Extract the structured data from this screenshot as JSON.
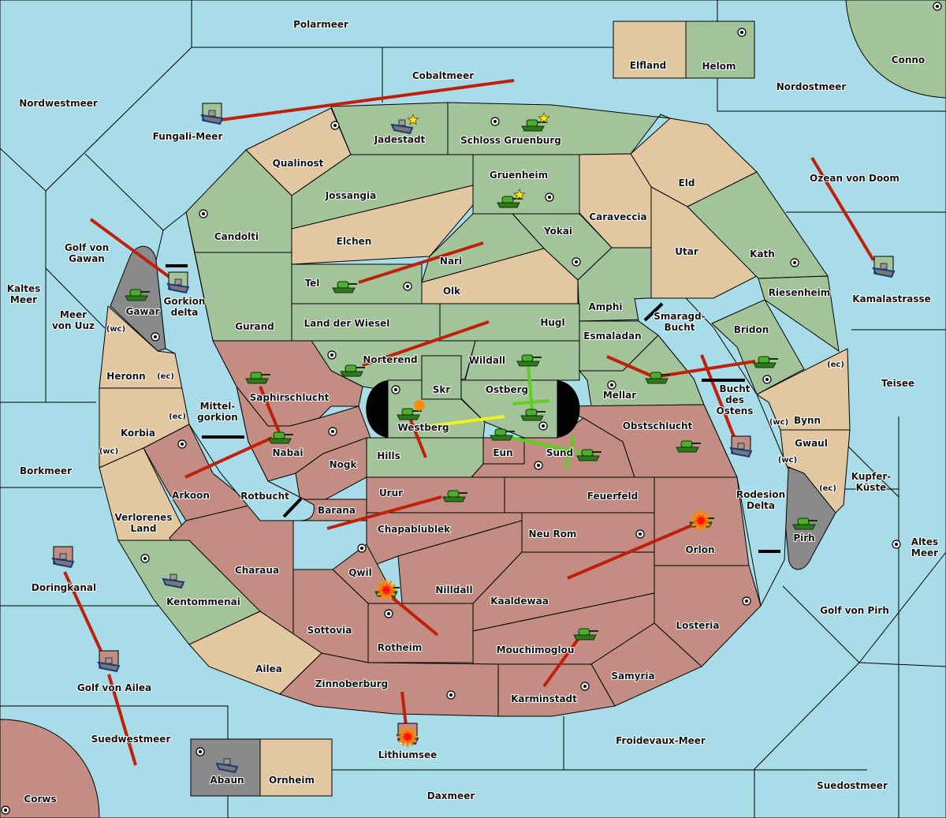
{
  "map": {
    "colors": {
      "sea": "#a8dce8",
      "player_green": "#a3c49a",
      "neutral_tan": "#e2c7a0",
      "player_red": "#c38d84",
      "impassable_gray": "#8a8a8a",
      "move_order": "#c0200a",
      "support_order": "#f0f020",
      "hold_order": "#5ecf20"
    },
    "seas": [
      {
        "id": "polarmeer",
        "label": "Polarmeer"
      },
      {
        "id": "cobaltmeer",
        "label": "Cobaltmeer"
      },
      {
        "id": "nordwestmeer",
        "label": "Nordwestmeer"
      },
      {
        "id": "fungali-meer",
        "label": "Fungali-Meer"
      },
      {
        "id": "nordostmeer",
        "label": "Nordostmeer"
      },
      {
        "id": "ozean-von-doom",
        "label": "Ozean von Doom"
      },
      {
        "id": "kamalastrasse",
        "label": "Kamalastrasse"
      },
      {
        "id": "golf-von-gawan",
        "label": "Golf von Gawan"
      },
      {
        "id": "kaltes-meer",
        "label": "Kaltes Meer"
      },
      {
        "id": "meer-von-uuz",
        "label": "Meer von Uuz"
      },
      {
        "id": "gorkion-delta",
        "label": "Gorkion delta"
      },
      {
        "id": "mittelgorkion",
        "label": "Mittel-gorkion"
      },
      {
        "id": "borkmeer",
        "label": "Borkmeer"
      },
      {
        "id": "rotbucht",
        "label": "Rotbucht"
      },
      {
        "id": "smaragd-bucht",
        "label": "Smaragd-Bucht"
      },
      {
        "id": "bucht-des-ostens",
        "label": "Bucht des Ostens"
      },
      {
        "id": "teisee",
        "label": "Teisee"
      },
      {
        "id": "kupfer-kueste",
        "label": "Kupfer-Küste"
      },
      {
        "id": "rodesion-delta",
        "label": "Rodesion Delta"
      },
      {
        "id": "altes-meer",
        "label": "Altes Meer"
      },
      {
        "id": "golf-von-pirh",
        "label": "Golf von Pirh"
      },
      {
        "id": "doringkanal",
        "label": "Doringkanal"
      },
      {
        "id": "golf-von-ailea",
        "label": "Golf von Ailea"
      },
      {
        "id": "suedwestmeer",
        "label": "Suedwestmeer"
      },
      {
        "id": "lithiumsee",
        "label": "Lithiumsee"
      },
      {
        "id": "froidevaux-meer",
        "label": "Froidevaux-Meer"
      },
      {
        "id": "daxmeer",
        "label": "Daxmeer"
      },
      {
        "id": "suedostmeer",
        "label": "Suedostmeer"
      }
    ],
    "territories": [
      {
        "id": "elfland",
        "label": "Elfland",
        "owner": "neutral"
      },
      {
        "id": "helom",
        "label": "Helom",
        "owner": "green"
      },
      {
        "id": "conno",
        "label": "Conno",
        "owner": "green"
      },
      {
        "id": "jadestadt",
        "label": "Jadestadt",
        "owner": "green"
      },
      {
        "id": "schloss-gruenburg",
        "label": "Schloss Gruenburg",
        "owner": "green"
      },
      {
        "id": "qualinost",
        "label": "Qualinost",
        "owner": "neutral"
      },
      {
        "id": "jossangia",
        "label": "Jossangia",
        "owner": "green"
      },
      {
        "id": "gruenheim",
        "label": "Gruenheim",
        "owner": "green"
      },
      {
        "id": "eld",
        "label": "Eld",
        "owner": "neutral"
      },
      {
        "id": "candolti",
        "label": "Candolti",
        "owner": "green"
      },
      {
        "id": "elchen",
        "label": "Elchen",
        "owner": "neutral"
      },
      {
        "id": "caraveccia",
        "label": "Caraveccia",
        "owner": "neutral"
      },
      {
        "id": "yokai",
        "label": "Yokai",
        "owner": "green"
      },
      {
        "id": "nari",
        "label": "Nari",
        "owner": "green"
      },
      {
        "id": "utar",
        "label": "Utar",
        "owner": "neutral"
      },
      {
        "id": "kath",
        "label": "Kath",
        "owner": "green"
      },
      {
        "id": "tel",
        "label": "Tel",
        "owner": "green"
      },
      {
        "id": "olk",
        "label": "Olk",
        "owner": "neutral"
      },
      {
        "id": "amphi",
        "label": "Amphi",
        "owner": "green"
      },
      {
        "id": "riesenheim",
        "label": "Riesenheim",
        "owner": "green"
      },
      {
        "id": "gawar",
        "label": "Gawar",
        "owner": "gray"
      },
      {
        "id": "gurand",
        "label": "Gurand",
        "owner": "green"
      },
      {
        "id": "land-der-wiesel",
        "label": "Land der Wiesel",
        "owner": "green"
      },
      {
        "id": "hugl",
        "label": "Hugl",
        "owner": "green"
      },
      {
        "id": "esmaladan",
        "label": "Esmaladan",
        "owner": "green"
      },
      {
        "id": "bridon",
        "label": "Bridon",
        "owner": "green"
      },
      {
        "id": "heronn",
        "label": "Heronn",
        "owner": "neutral"
      },
      {
        "id": "norterend",
        "label": "Norterend",
        "owner": "green"
      },
      {
        "id": "wildall",
        "label": "Wildall",
        "owner": "green"
      },
      {
        "id": "skr",
        "label": "Skr",
        "owner": "green"
      },
      {
        "id": "ostberg",
        "label": "Ostberg",
        "owner": "green"
      },
      {
        "id": "mellar",
        "label": "Mellar",
        "owner": "green"
      },
      {
        "id": "saphirschlucht",
        "label": "Saphirschlucht",
        "owner": "red"
      },
      {
        "id": "westberg",
        "label": "Westberg",
        "owner": "green"
      },
      {
        "id": "obstschlucht",
        "label": "Obstschlucht",
        "owner": "red"
      },
      {
        "id": "bynn",
        "label": "Bynn",
        "owner": "neutral"
      },
      {
        "id": "korbia",
        "label": "Korbia",
        "owner": "neutral"
      },
      {
        "id": "nabai",
        "label": "Nabai",
        "owner": "red"
      },
      {
        "id": "hills",
        "label": "Hills",
        "owner": "green"
      },
      {
        "id": "eun",
        "label": "Eun",
        "owner": "red"
      },
      {
        "id": "sund",
        "label": "Sund",
        "owner": "red"
      },
      {
        "id": "gwaul",
        "label": "Gwaul",
        "owner": "neutral"
      },
      {
        "id": "nogk",
        "label": "Nogk",
        "owner": "red"
      },
      {
        "id": "arkoon",
        "label": "Arkoon",
        "owner": "red"
      },
      {
        "id": "urur",
        "label": "Urur",
        "owner": "red"
      },
      {
        "id": "feuerfeld",
        "label": "Feuerfeld",
        "owner": "red"
      },
      {
        "id": "barana",
        "label": "Barana",
        "owner": "red"
      },
      {
        "id": "verlorenes-land",
        "label": "Verlorenes Land",
        "owner": "neutral"
      },
      {
        "id": "chapablublek",
        "label": "Chapablublek",
        "owner": "red"
      },
      {
        "id": "neu-rom",
        "label": "Neu Rom",
        "owner": "red"
      },
      {
        "id": "pirh",
        "label": "Pirh",
        "owner": "gray"
      },
      {
        "id": "orlon",
        "label": "Orlon",
        "owner": "red"
      },
      {
        "id": "charaua",
        "label": "Charaua",
        "owner": "red"
      },
      {
        "id": "qwil",
        "label": "Qwil",
        "owner": "red"
      },
      {
        "id": "nilldall",
        "label": "Nilldall",
        "owner": "red"
      },
      {
        "id": "kentommenai",
        "label": "Kentommenai",
        "owner": "green"
      },
      {
        "id": "kaaldewaa",
        "label": "Kaaldewaa",
        "owner": "red"
      },
      {
        "id": "sottovia",
        "label": "Sottovia",
        "owner": "red"
      },
      {
        "id": "losteria",
        "label": "Losteria",
        "owner": "red"
      },
      {
        "id": "rotheim",
        "label": "Rotheim",
        "owner": "red"
      },
      {
        "id": "mouchimoglou",
        "label": "Mouchimoglou",
        "owner": "red"
      },
      {
        "id": "ailea",
        "label": "Ailea",
        "owner": "neutral"
      },
      {
        "id": "samyria",
        "label": "Samyria",
        "owner": "red"
      },
      {
        "id": "zinnoberburg",
        "label": "Zinnoberburg",
        "owner": "red"
      },
      {
        "id": "karminstadt",
        "label": "Karminstadt",
        "owner": "red"
      },
      {
        "id": "abaun",
        "label": "Abaun",
        "owner": "gray"
      },
      {
        "id": "ornheim",
        "label": "Ornheim",
        "owner": "neutral"
      },
      {
        "id": "corws",
        "label": "Corws",
        "owner": "red"
      }
    ],
    "coast_labels": [
      "(wc)",
      "(ec)",
      "(ec)",
      "(wc)",
      "(ec)",
      "(wc)",
      "(wc)",
      "(ec)"
    ],
    "units": [
      {
        "type": "fleet",
        "territory": "Fungali-Meer",
        "owner": "green"
      },
      {
        "type": "fleet",
        "territory": "Jadestadt",
        "owner": "green",
        "star": true
      },
      {
        "type": "army",
        "territory": "Schloss Gruenburg",
        "owner": "green",
        "star": true
      },
      {
        "type": "army",
        "territory": "Gruenheim",
        "owner": "green",
        "star": true
      },
      {
        "type": "fleet",
        "territory": "Gorkion delta",
        "owner": "green"
      },
      {
        "type": "army",
        "territory": "Gawar",
        "owner": "green"
      },
      {
        "type": "army",
        "territory": "Tel",
        "owner": "green"
      },
      {
        "type": "fleet",
        "territory": "Kamalastrasse",
        "owner": "green"
      },
      {
        "type": "army",
        "territory": "Norterend",
        "owner": "green"
      },
      {
        "type": "army",
        "territory": "Wildall",
        "owner": "green"
      },
      {
        "type": "army",
        "territory": "Ostberg",
        "owner": "green"
      },
      {
        "type": "army",
        "territory": "Westberg",
        "owner": "green",
        "dislodged": true
      },
      {
        "type": "army",
        "territory": "Mellar",
        "owner": "green"
      },
      {
        "type": "army",
        "territory": "Bridon",
        "owner": "green"
      },
      {
        "type": "army",
        "territory": "Saphirschlucht",
        "owner": "green"
      },
      {
        "type": "army",
        "territory": "Nabai",
        "owner": "green"
      },
      {
        "type": "army",
        "territory": "Eun",
        "owner": "green"
      },
      {
        "type": "army",
        "territory": "Sund",
        "owner": "green"
      },
      {
        "type": "army",
        "territory": "Obstschlucht",
        "owner": "green"
      },
      {
        "type": "army",
        "territory": "Urur",
        "owner": "green"
      },
      {
        "type": "army",
        "territory": "Orlon",
        "owner": "green",
        "destroyed": true
      },
      {
        "type": "army",
        "territory": "Pirh",
        "owner": "green"
      },
      {
        "type": "fleet",
        "territory": "Bucht des Ostens",
        "owner": "red"
      },
      {
        "type": "fleet",
        "territory": "Doringkanal",
        "owner": "red"
      },
      {
        "type": "fleet",
        "territory": "Golf von Ailea",
        "owner": "red"
      },
      {
        "type": "fleet",
        "territory": "Kentommenai",
        "owner": "green"
      },
      {
        "type": "army",
        "territory": "Qwil",
        "owner": "green",
        "destroyed": true
      },
      {
        "type": "army",
        "territory": "Mouchimoglou",
        "owner": "green"
      },
      {
        "type": "fleet",
        "territory": "Lithiumsee",
        "owner": "red",
        "destroyed": true
      },
      {
        "type": "fleet",
        "territory": "Abaun",
        "owner": "gray"
      }
    ]
  }
}
